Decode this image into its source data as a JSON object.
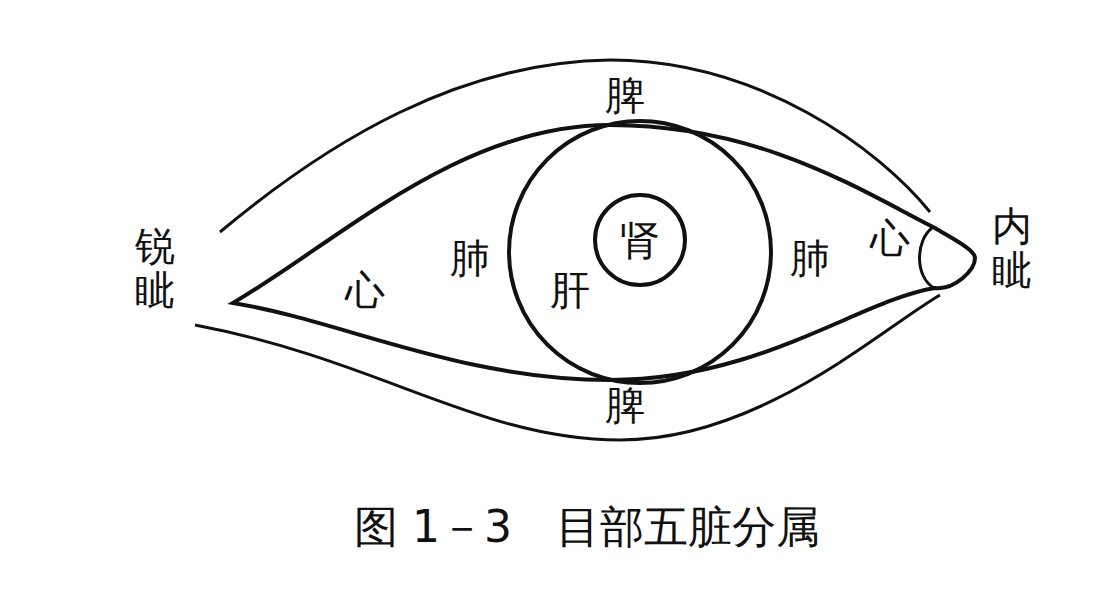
{
  "diagram": {
    "caption": "图 1－3　目部五脏分属",
    "nodes": [
      {
        "text": [
          "心",
          "肺",
          "肺",
          "心"
        ]
      },
      {
        "text": [
          "肝"
        ],
        "in": 0
      },
      {
        "text": [
          "肾"
        ],
        "in": 1
      }
    ],
    "labels": [
      "脾",
      "脾",
      "锐眦",
      "内眦"
    ]
  }
}
